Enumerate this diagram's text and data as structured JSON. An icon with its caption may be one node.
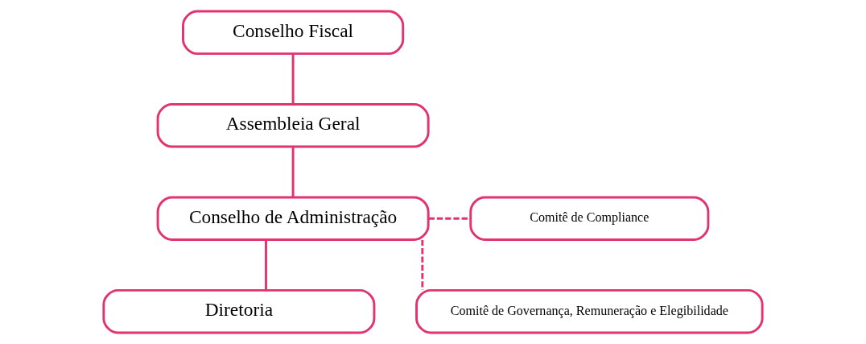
{
  "diagram": {
    "nodes": [
      {
        "text": [
          "Assembleia Geral"
        ]
      },
      {
        "text": [
          "Conselho Fiscal"
        ]
      },
      {
        "text": [
          "Conselho de Administração"
        ]
      },
      {
        "text": [
          "Diretoria"
        ]
      },
      {
        "text": [
          "Comitê de Compliance"
        ]
      },
      {
        "text": [
          "Comitê de Governança, Remuneração e Elegibilidade"
        ]
      }
    ],
    "edges": [
      {
        "from": 0,
        "to": 2,
        "arrow": "none"
      },
      {
        "from": 1,
        "to": 0,
        "arrow": "none"
      },
      {
        "from": 2,
        "to": 3,
        "arrow": "none"
      },
      {
        "from": 2,
        "to": 4,
        "arrow": "none",
        "style": "dashed"
      },
      {
        "from": 2,
        "to": 5,
        "arrow": "none",
        "style": "dashed"
      }
    ]
  }
}
